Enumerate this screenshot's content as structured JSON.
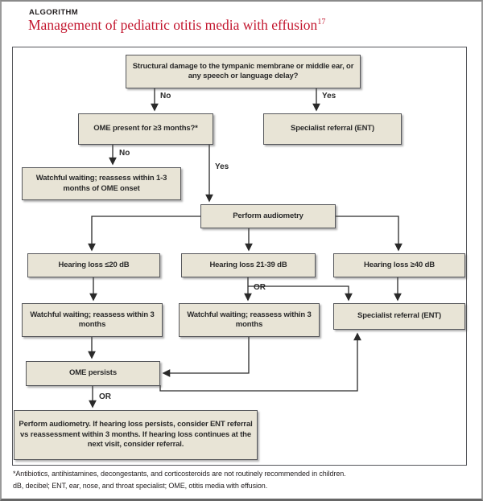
{
  "header": {
    "kicker": "ALGORITHM",
    "title": "Management of pediatric otitis media with effusion",
    "reference": "17"
  },
  "nodes": {
    "structural_damage": "Structural damage to the tympanic membrane or middle ear, or any speech or language delay?",
    "specialist_referral_top": "Specialist referral (ENT)",
    "ome_present": "OME present for ≥3 months?*",
    "watchful_waiting_onset": "Watchful waiting; reassess within 1-3 months of OME onset",
    "perform_audiometry": "Perform audiometry",
    "hearing_loss_low": "Hearing loss ≤20 dB",
    "hearing_loss_mid": "Hearing loss 21-39 dB",
    "hearing_loss_high": "Hearing loss ≥40 dB",
    "watchful_waiting_left": "Watchful waiting; reassess within 3 months",
    "watchful_waiting_mid": "Watchful waiting; reassess within 3 months",
    "specialist_referral_right": "Specialist referral (ENT)",
    "ome_persists": "OME persists",
    "final_recommendation": "Perform audiometry. If hearing loss persists, consider ENT referral vs reassessment within 3 months. If hearing loss continues at the next visit, consider referral."
  },
  "edge_labels": {
    "no_top": "No",
    "yes_top": "Yes",
    "no_mid": "No",
    "yes_mid": "Yes",
    "or_upper": "OR",
    "or_lower": "OR"
  },
  "footnotes": {
    "line1": "*Antibiotics, antihistamines, decongestants, and corticosteroids are not routinely recommended in children.",
    "line2": "dB, decibel; ENT, ear, nose, and throat specialist; OME, otitis media with effusion."
  },
  "colors": {
    "title_red": "#c3172f",
    "box_fill": "#e8e4d6",
    "box_border": "#55565a",
    "text": "#231f20",
    "connector": "#2a2a2a"
  }
}
